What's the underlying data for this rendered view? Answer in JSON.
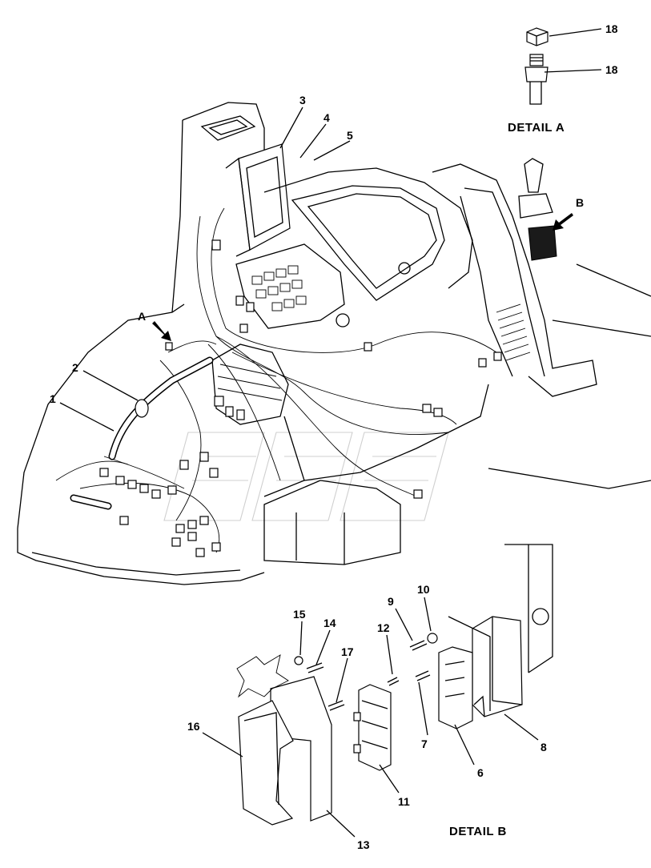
{
  "diagram": {
    "callouts": [
      {
        "id": "1",
        "label": "1"
      },
      {
        "id": "2",
        "label": "2"
      },
      {
        "id": "3",
        "label": "3"
      },
      {
        "id": "4",
        "label": "4"
      },
      {
        "id": "5",
        "label": "5"
      },
      {
        "id": "6",
        "label": "6"
      },
      {
        "id": "7",
        "label": "7"
      },
      {
        "id": "8",
        "label": "8"
      },
      {
        "id": "9",
        "label": "9"
      },
      {
        "id": "10",
        "label": "10"
      },
      {
        "id": "11",
        "label": "11"
      },
      {
        "id": "12",
        "label": "12"
      },
      {
        "id": "13",
        "label": "13"
      },
      {
        "id": "14",
        "label": "14"
      },
      {
        "id": "15",
        "label": "15"
      },
      {
        "id": "16",
        "label": "16"
      },
      {
        "id": "17",
        "label": "17"
      },
      {
        "id": "18a",
        "label": "18"
      },
      {
        "id": "18b",
        "label": "18"
      }
    ],
    "view_markers": [
      {
        "id": "A",
        "label": "A"
      },
      {
        "id": "B",
        "label": "B"
      }
    ],
    "detail_titles": {
      "a": "DETAIL A",
      "b": "DETAIL B"
    }
  }
}
